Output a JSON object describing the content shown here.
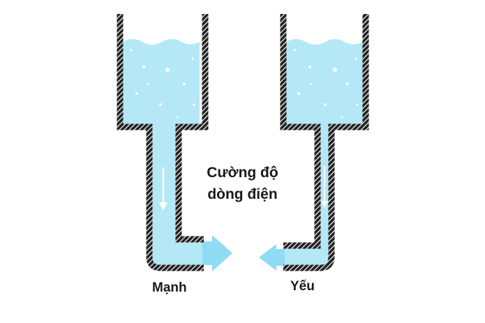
{
  "center_text": {
    "line1": "Cường độ",
    "line2": "dòng điện"
  },
  "left_label": "Mạnh",
  "right_label": "Yếu",
  "colors": {
    "water": "#b5e8f6",
    "flow": "#8fdcf4",
    "wall": "#222222",
    "hatch": "#ffffff",
    "bubble": "#ffffff",
    "text": "#1a1a1a"
  }
}
